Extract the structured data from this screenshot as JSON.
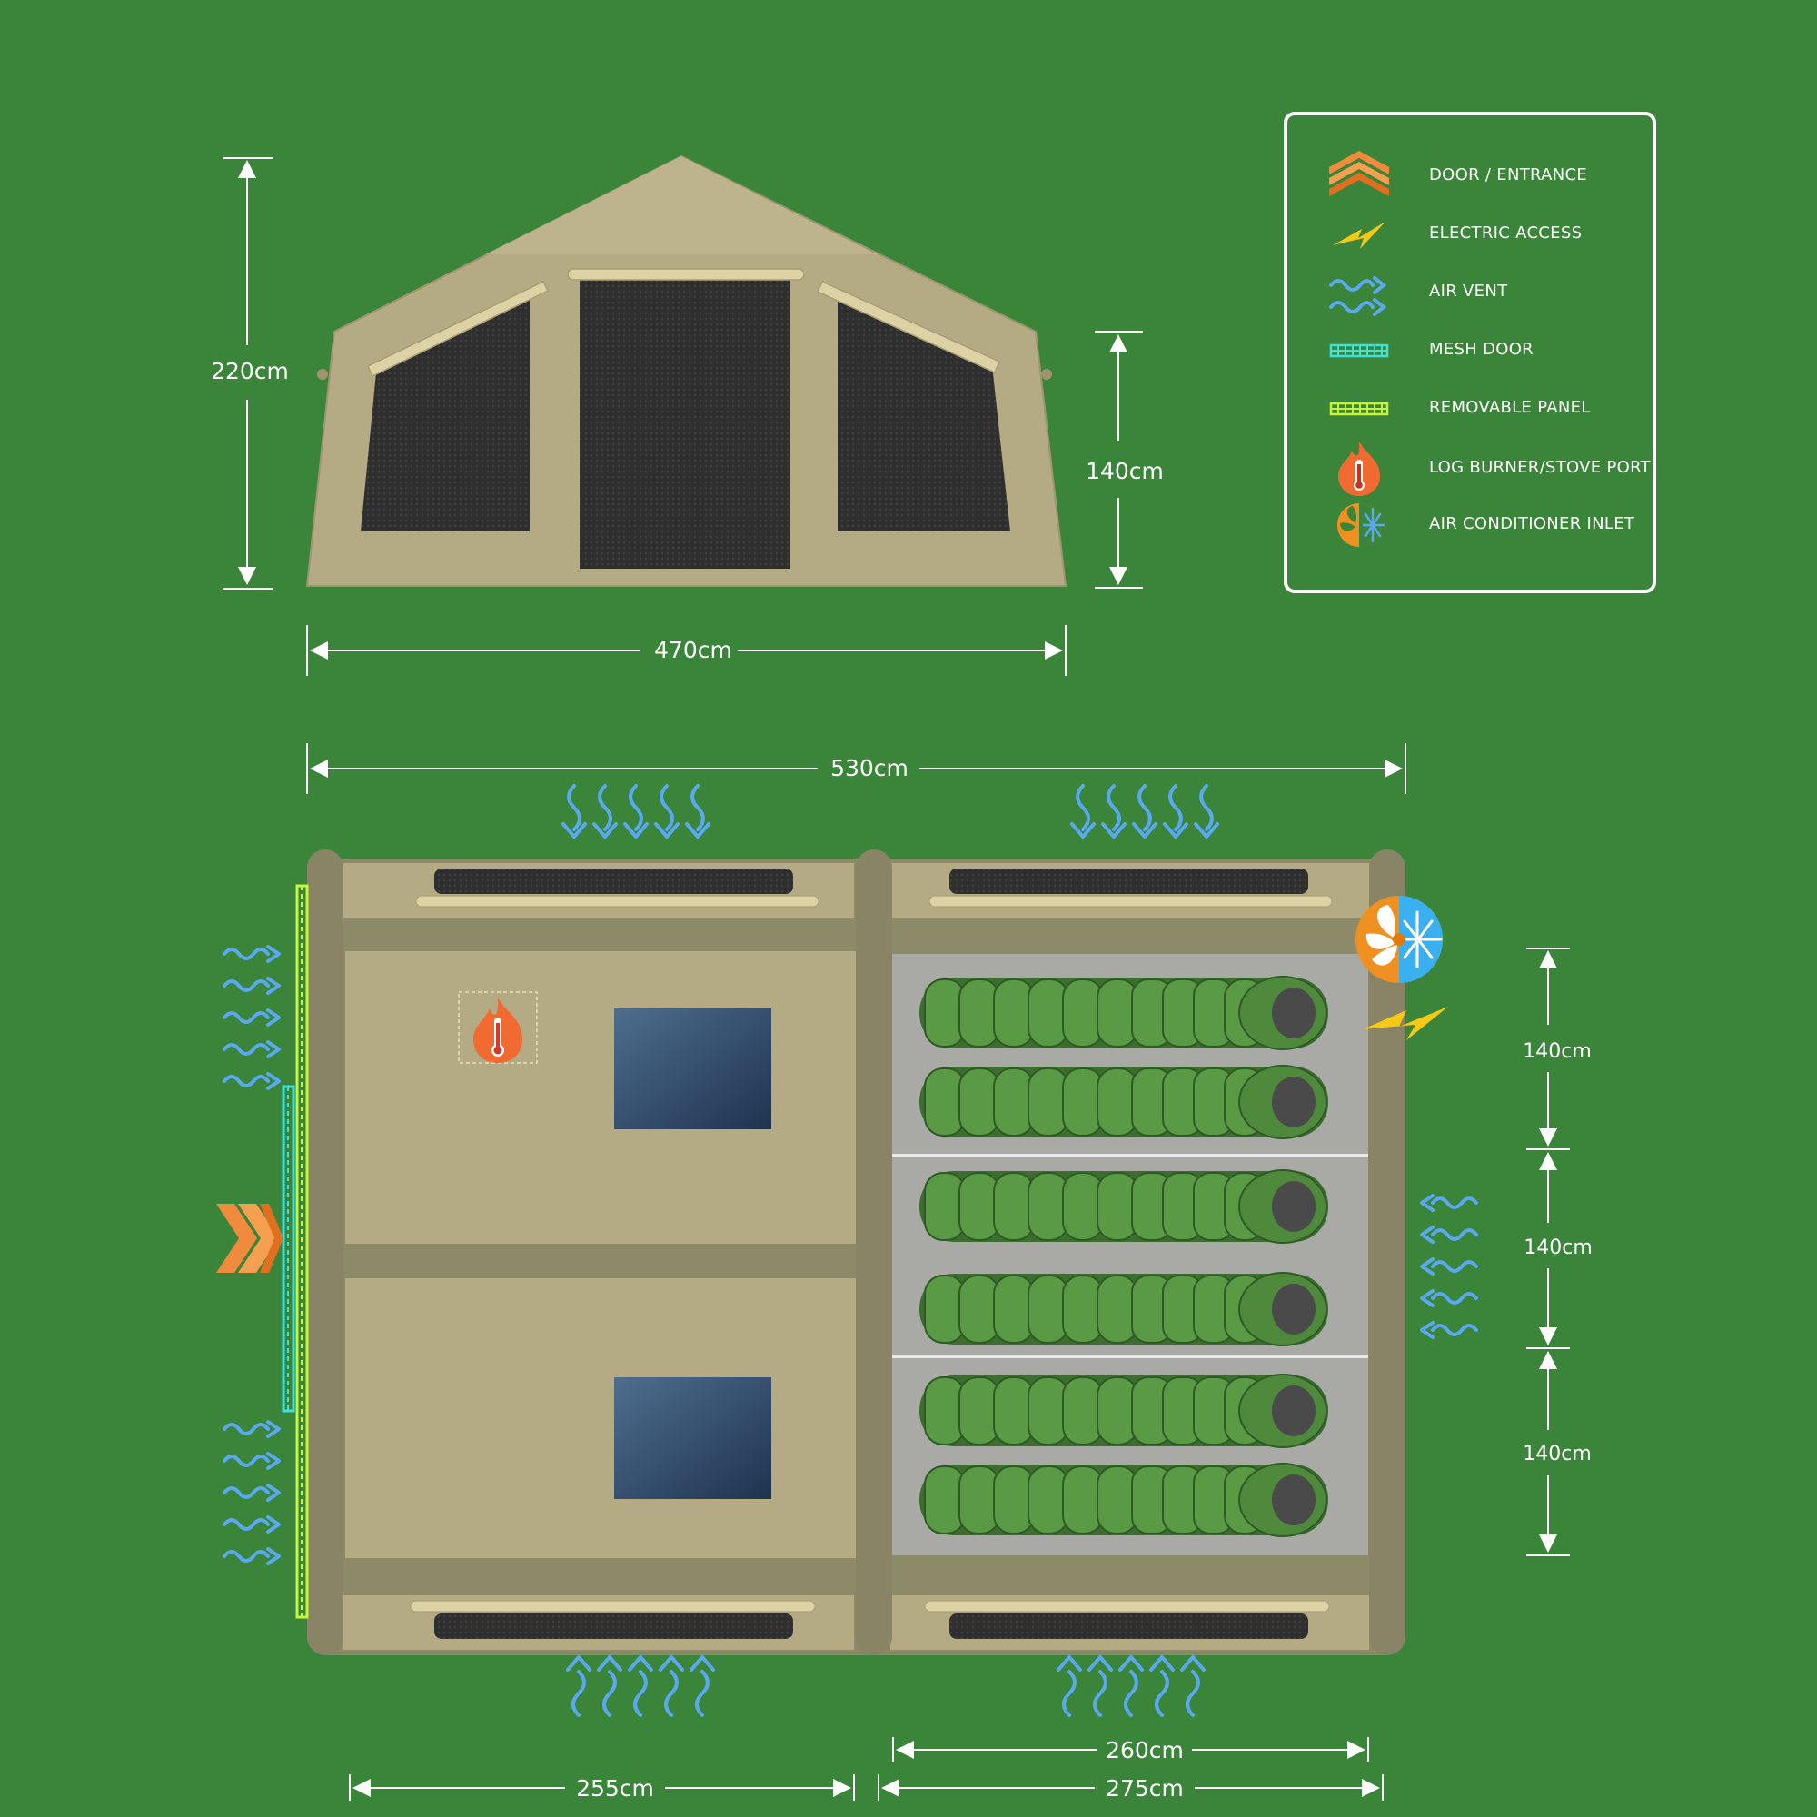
{
  "legend": {
    "items": [
      {
        "id": "door",
        "icon": "door-entrance-icon",
        "label": "DOOR / ENTRANCE",
        "color": "#f08a3c"
      },
      {
        "id": "electric",
        "icon": "lightning-icon",
        "label": "ELECTRIC ACCESS",
        "color": "#f5c915"
      },
      {
        "id": "airvent",
        "icon": "air-vent-icon",
        "label": "AIR VENT",
        "color": "#5aa8f0"
      },
      {
        "id": "meshdoor",
        "icon": "mesh-door-icon",
        "label": "MESH DOOR",
        "color": "#3fe0d8"
      },
      {
        "id": "removable",
        "icon": "removable-panel-icon",
        "label": "REMOVABLE PANEL",
        "color": "#c6f53c"
      },
      {
        "id": "burner",
        "icon": "flame-thermometer-icon",
        "label": "LOG BURNER/STOVE PORT",
        "color": "#f06a32"
      },
      {
        "id": "ac",
        "icon": "fan-snowflake-icon",
        "label": "AIR CONDITIONER INLET",
        "color": "#f09020"
      }
    ]
  },
  "front_view": {
    "height_label": "220cm",
    "wall_height_label": "140cm",
    "width_label": "470cm"
  },
  "floor_plan": {
    "length_label": "530cm",
    "room_depth_labels": [
      "140cm",
      "140cm",
      "140cm"
    ],
    "right_inner_label": "260cm",
    "left_width_label": "255cm",
    "right_width_label": "275cm"
  },
  "colors": {
    "background": "#3b853a",
    "canvas": "#b4ab84",
    "mesh": "#2c2c2c",
    "sleeping_bag": "#4f8a3c",
    "window": "#2e4a68"
  }
}
